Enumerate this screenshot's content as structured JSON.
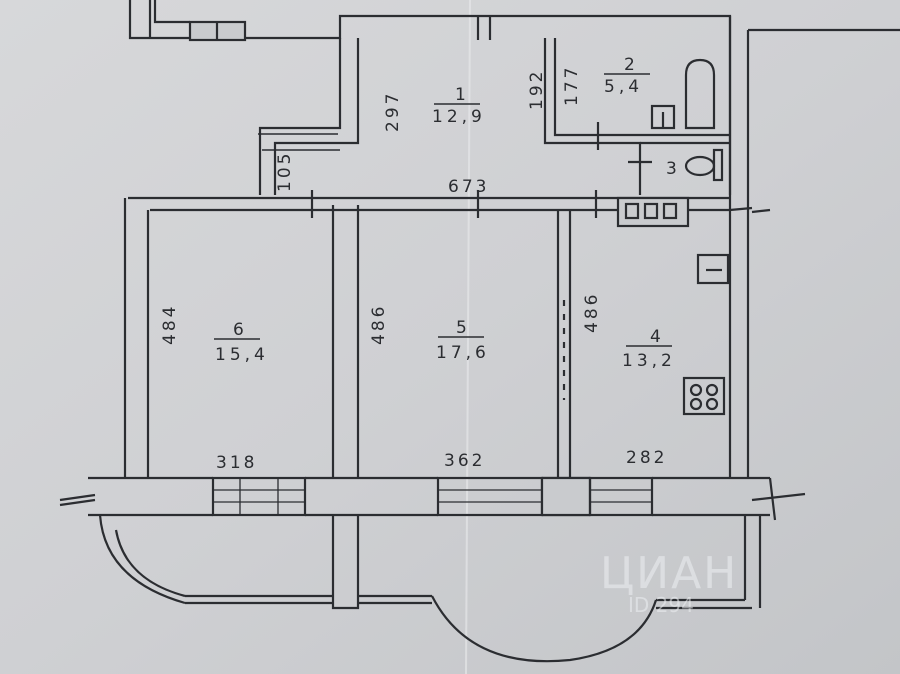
{
  "rooms": [
    {
      "number": "1",
      "area": "12,9"
    },
    {
      "number": "2",
      "area": "5,4"
    },
    {
      "number": "3"
    },
    {
      "number": "4",
      "area": "13,2"
    },
    {
      "number": "5",
      "area": "17,6"
    },
    {
      "number": "6",
      "area": "15,4"
    }
  ],
  "dimensions": {
    "hall_height": "297",
    "hall_side": "192",
    "bath_height": "177",
    "corridor": "105",
    "corridor_length": "673",
    "room6_height": "484",
    "room5_height": "486",
    "room4_height": "486",
    "room6_width": "318",
    "room5_width": "362",
    "room4_width": "282"
  },
  "watermark": {
    "brand": "ЦИАН",
    "id": "ID 294"
  },
  "colors": {
    "paper": "#cfd1d4",
    "wall": "#2b2d31",
    "wall_fill": "#c9cbce"
  }
}
